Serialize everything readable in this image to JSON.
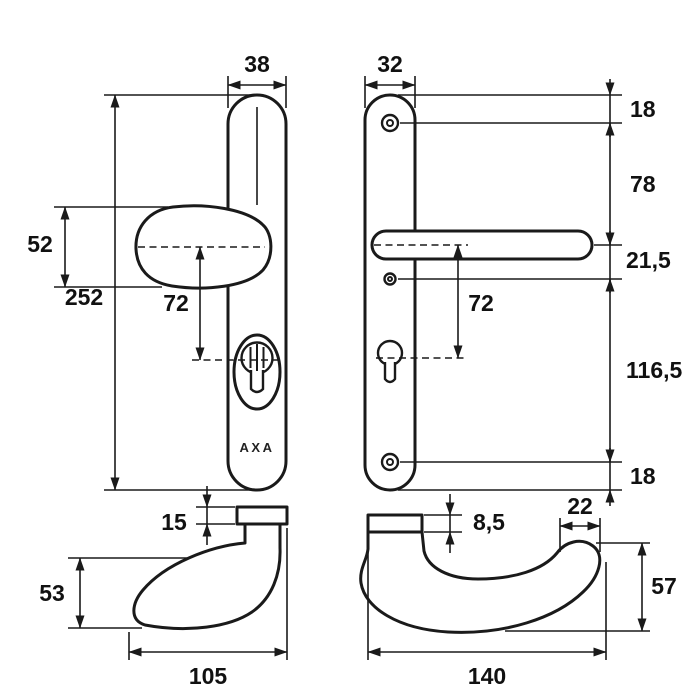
{
  "brand": "AXA",
  "front_view_knob_plate": {
    "plate_width": "38",
    "knob_height": "52",
    "plate_height": "252",
    "knob_to_cylinder": "72"
  },
  "front_view_lever_plate": {
    "plate_width": "32",
    "top_to_screw": "18",
    "screw_to_handle": "78",
    "handle_to_fixing": "21,5",
    "fixing_to_screw": "116,5",
    "screw_to_bottom": "18",
    "handle_to_cylinder": "72"
  },
  "side_view_knob": {
    "plate_thickness": "15",
    "projection": "53",
    "length": "105"
  },
  "side_view_lever": {
    "thickness": "8,5",
    "grip_end_width": "22",
    "projection": "57",
    "length": "140"
  }
}
